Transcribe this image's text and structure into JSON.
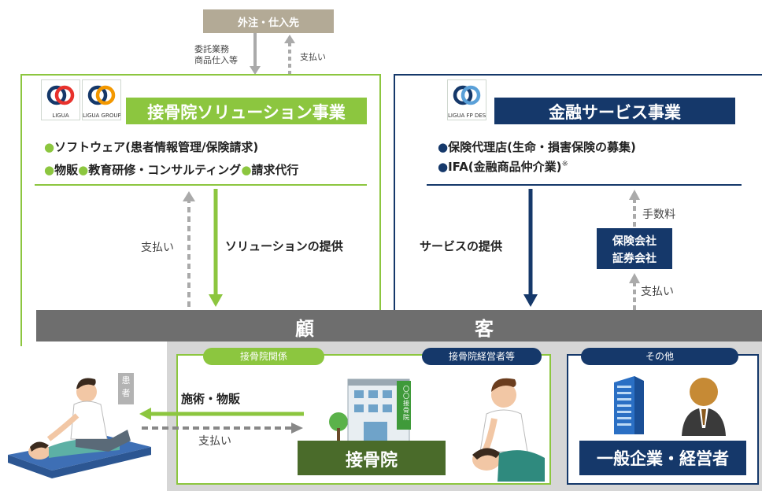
{
  "colors": {
    "green": "#8cc63f",
    "green_dark": "#4a6b2a",
    "navy": "#15386a",
    "gray_band": "#6e6e6e",
    "tan": "#b3aa96"
  },
  "outsource": {
    "label": "外注・仕入先",
    "down_label_line1": "委託業務",
    "down_label_line2": "商品仕入等",
    "up_label": "支払い"
  },
  "left_panel": {
    "logo1_caption": "LIGUA",
    "logo2_caption": "LIGUA GROUP",
    "title": "接骨院ソリューション事業",
    "item1": "ソフトウェア(患者情報管理/保険請求)",
    "item2": "物販",
    "item3": "教育研修・コンサルティング",
    "item4": "請求代行",
    "pay_label": "支払い",
    "provide_label": "ソリューションの提供"
  },
  "right_panel": {
    "logo_caption": "LIGUA FP DESIGN",
    "title": "金融サービス事業",
    "item1": "保険代理店(生命・損害保険の募集)",
    "item2": "IFA(金融商品仲介業)",
    "item2_note": "※",
    "provide_label": "サービスの提供",
    "fee_label": "手数料",
    "insurer_line1": "保険会社",
    "insurer_line2": "証券会社",
    "pay_label": "支払い"
  },
  "customer_band": {
    "char1": "顧",
    "char2": "客"
  },
  "customers": {
    "tag_clinic": "接骨院関係",
    "tag_owner": "接骨院経営者等",
    "tag_other": "その他",
    "patient_tag": "患者",
    "treatment_label": "施術・物販",
    "patient_pay_label": "支払い",
    "clinic_sign": "〇〇接骨院",
    "clinic_name": "接骨院",
    "company_name": "一般企業・経営者"
  }
}
